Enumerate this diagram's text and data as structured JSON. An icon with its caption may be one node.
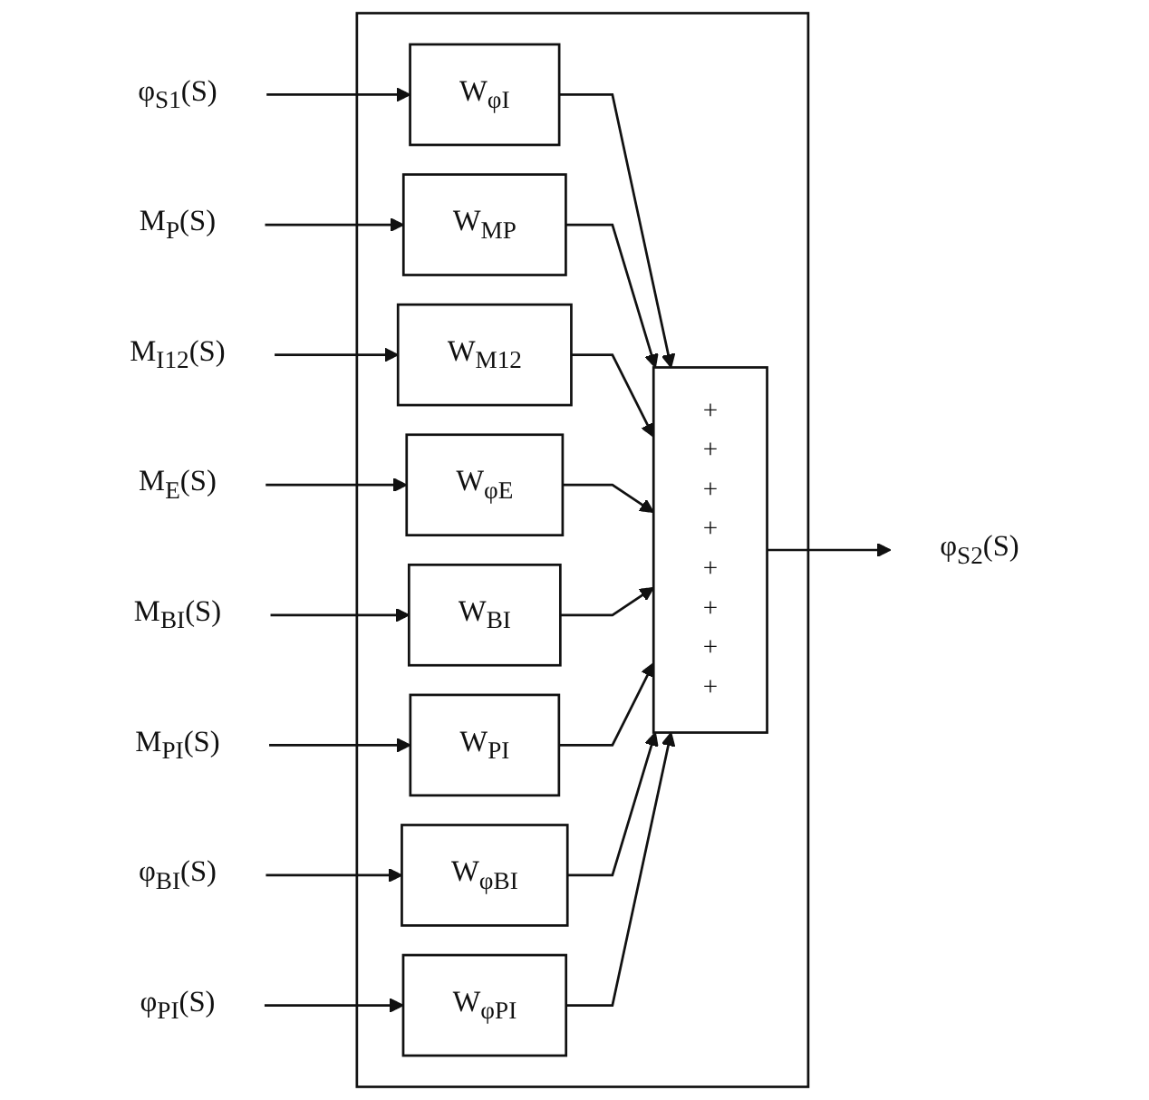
{
  "diagram": {
    "nodes": [
      {
        "text": [],
        "shape": "box"
      },
      {
        "text": [
          "W$_{φI}$"
        ],
        "in": 0
      },
      {
        "text": [
          "W$_{MP}$"
        ],
        "in": 0
      },
      {
        "text": [
          "W$_{M12}$"
        ],
        "in": 0
      },
      {
        "text": [
          "W$_{φE}$"
        ],
        "in": 0
      },
      {
        "text": [
          "W$_{BI}$"
        ],
        "in": 0
      },
      {
        "text": [
          "W$_{PI}$"
        ],
        "in": 0
      },
      {
        "text": [
          "W$_{φBI}$"
        ],
        "in": 0
      },
      {
        "text": [
          "W$_{φPI}$"
        ],
        "in": 0
      },
      {
        "text": [
          "+",
          "+",
          "+",
          "+",
          "+",
          "+",
          "+",
          "+"
        ],
        "in": 0
      },
      {
        "text": [
          "φ$_{S1}$(S)"
        ]
      },
      {
        "text": [
          "M$_{P}$(S)"
        ]
      },
      {
        "text": [
          "M$_{I12}$(S)"
        ]
      },
      {
        "text": [
          "M$_{E}$(S)"
        ]
      },
      {
        "text": [
          "M$_{BI}$(S)"
        ]
      },
      {
        "text": [
          "M$_{PI}$(S)"
        ]
      },
      {
        "text": [
          "φ$_{BI}$(S)"
        ]
      },
      {
        "text": [
          "φ$_{PI}$(S)"
        ]
      },
      {
        "text": [
          "φ$_{S2}$(S)"
        ]
      }
    ],
    "edges": [
      {
        "from": 10,
        "to": 1,
        "arrow": "to"
      },
      {
        "from": 11,
        "to": 2,
        "arrow": "to"
      },
      {
        "from": 12,
        "to": 3,
        "arrow": "to"
      },
      {
        "from": 13,
        "to": 4,
        "arrow": "to"
      },
      {
        "from": 14,
        "to": 5,
        "arrow": "to"
      },
      {
        "from": 15,
        "to": 6,
        "arrow": "to"
      },
      {
        "from": 16,
        "to": 7,
        "arrow": "to"
      },
      {
        "from": 17,
        "to": 8,
        "arrow": "to"
      },
      {
        "from": 1,
        "to": 9,
        "arrow": "to"
      },
      {
        "from": 2,
        "to": 9,
        "arrow": "to"
      },
      {
        "from": 3,
        "to": 9,
        "arrow": "to"
      },
      {
        "from": 4,
        "to": 9,
        "arrow": "to"
      },
      {
        "from": 5,
        "to": 9,
        "arrow": "to"
      },
      {
        "from": 6,
        "to": 9,
        "arrow": "to"
      },
      {
        "from": 7,
        "to": 9,
        "arrow": "to"
      },
      {
        "from": 8,
        "to": 9,
        "arrow": "to"
      },
      {
        "from": 9,
        "to": 18,
        "arrow": "to"
      }
    ]
  }
}
